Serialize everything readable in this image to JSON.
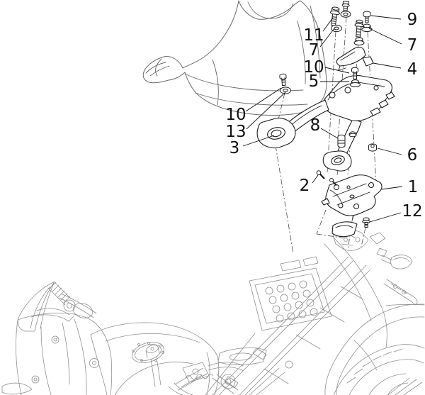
{
  "diagram": {
    "background_color": "#ffffff",
    "callout_color": "#111111",
    "part_line_color": "#1d1d1d",
    "bike_line_color": "#8f8f8f",
    "callouts": [
      {
        "id": "9",
        "label": "9"
      },
      {
        "id": "7-right",
        "label": "7"
      },
      {
        "id": "4",
        "label": "4"
      },
      {
        "id": "11",
        "label": "11"
      },
      {
        "id": "7-left",
        "label": "7"
      },
      {
        "id": "10-upper",
        "label": "10"
      },
      {
        "id": "5",
        "label": "5"
      },
      {
        "id": "10-left",
        "label": "10"
      },
      {
        "id": "13",
        "label": "13"
      },
      {
        "id": "3",
        "label": "3"
      },
      {
        "id": "8",
        "label": "8"
      },
      {
        "id": "6",
        "label": "6"
      },
      {
        "id": "2",
        "label": "2"
      },
      {
        "id": "1",
        "label": "1"
      },
      {
        "id": "12",
        "label": "12"
      }
    ]
  }
}
